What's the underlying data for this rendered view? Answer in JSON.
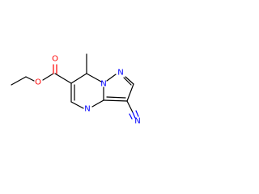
{
  "molecule": {
    "atoms": {
      "carbonyl_o": {
        "label": "O"
      },
      "ester_o": {
        "label": "O"
      },
      "n_pyrazole_1": {
        "label": "N"
      },
      "n_bridge": {
        "label": "N"
      },
      "n_pyrimidine": {
        "label": "N"
      },
      "n_nitrile": {
        "label": "N"
      }
    }
  },
  "colors": {
    "bond": "#000000",
    "oxygen": "#ff0000",
    "nitrogen": "#0000ff"
  }
}
